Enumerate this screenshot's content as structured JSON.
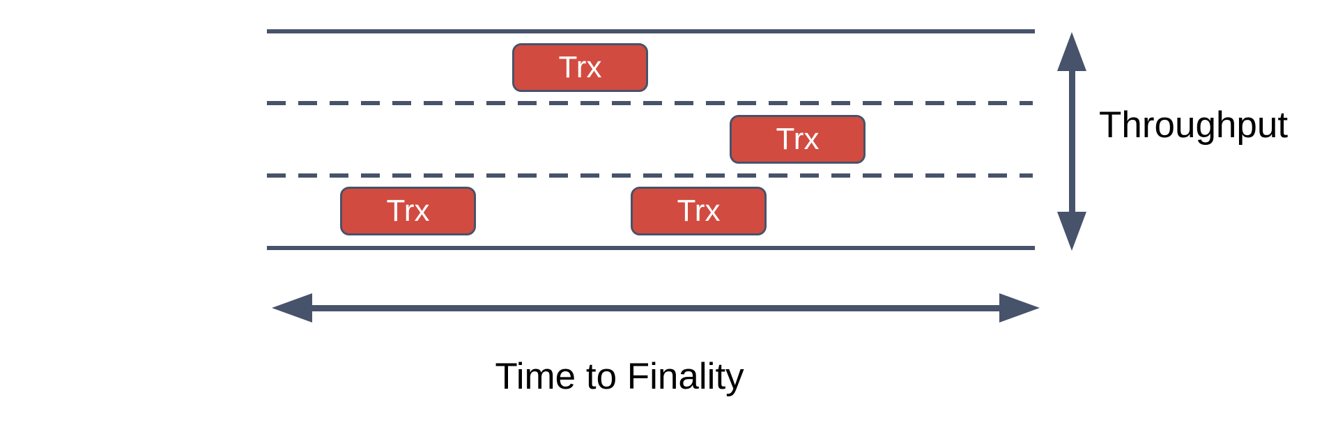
{
  "diagram": {
    "type": "concept-diagram",
    "road": {
      "lanes": 3,
      "outer_line_style": "solid",
      "divider_line_style": "dashed"
    },
    "transactions": [
      {
        "label": "Trx",
        "lane": 1
      },
      {
        "label": "Trx",
        "lane": 2
      },
      {
        "label": "Trx",
        "lane": 3
      },
      {
        "label": "Trx",
        "lane": 3
      }
    ],
    "vertical_axis": {
      "label": "Throughput",
      "arrow": "double-headed-vertical"
    },
    "horizontal_axis": {
      "label": "Time to Finality",
      "arrow": "double-headed-horizontal"
    },
    "colors": {
      "stroke": "#47536A",
      "transaction_fill": "#D24B40",
      "transaction_border": "#47536A",
      "transaction_text": "#FFFFFF",
      "label_text": "#000000",
      "background": "#FFFFFF"
    }
  }
}
